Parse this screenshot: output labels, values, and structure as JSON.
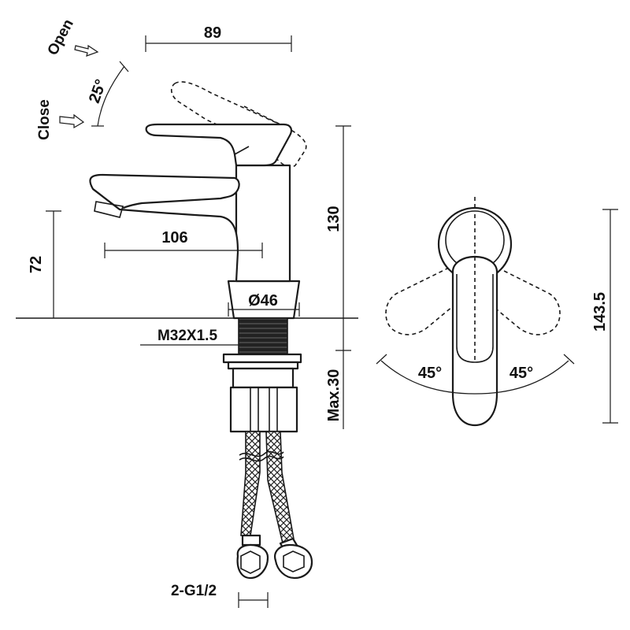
{
  "labels": {
    "open": "Open",
    "close": "Close",
    "angle_lever": "25°",
    "width_top": "89",
    "spout_reach": "106",
    "spout_height": "72",
    "total_height": "130",
    "base_diameter": "Ø46",
    "thread": "M32X1.5",
    "max_thickness": "Max.30",
    "hose_connection": "2-G1/2",
    "rotation_left": "45°",
    "rotation_right": "45°",
    "top_view_length": "143.5"
  },
  "colors": {
    "ink": "#1a1a1a",
    "background": "#ffffff"
  },
  "icons": {
    "open_arrow": "hollow-arrow-icon",
    "close_arrow": "hollow-arrow-icon"
  }
}
